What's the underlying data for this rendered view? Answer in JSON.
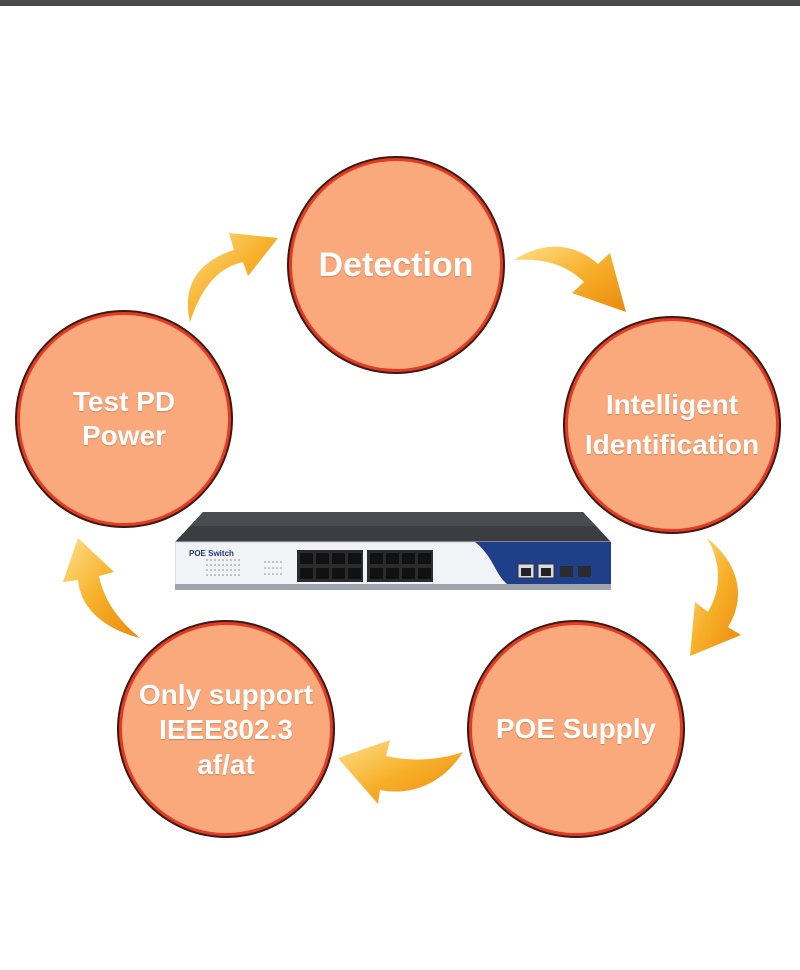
{
  "diagram": {
    "nodes": [
      {
        "id": "detection",
        "label": "Detection"
      },
      {
        "id": "intelligent",
        "label": "Intelligent\nIdentification"
      },
      {
        "id": "supply",
        "label": "POE  Supply"
      },
      {
        "id": "only",
        "label": "Only support\nIEEE802.3\naf/at"
      },
      {
        "id": "test",
        "label": "Test PD\nPower"
      }
    ],
    "cycle_order": [
      "detection",
      "intelligent",
      "supply",
      "only",
      "test"
    ],
    "colors": {
      "node_fill": "#f9a97b",
      "node_border": "#e23a24",
      "arrow": "#f5a31a",
      "top_bar": "#4a4a4a"
    }
  },
  "device": {
    "label": "POE Switch",
    "image": "poe-switch-device"
  }
}
